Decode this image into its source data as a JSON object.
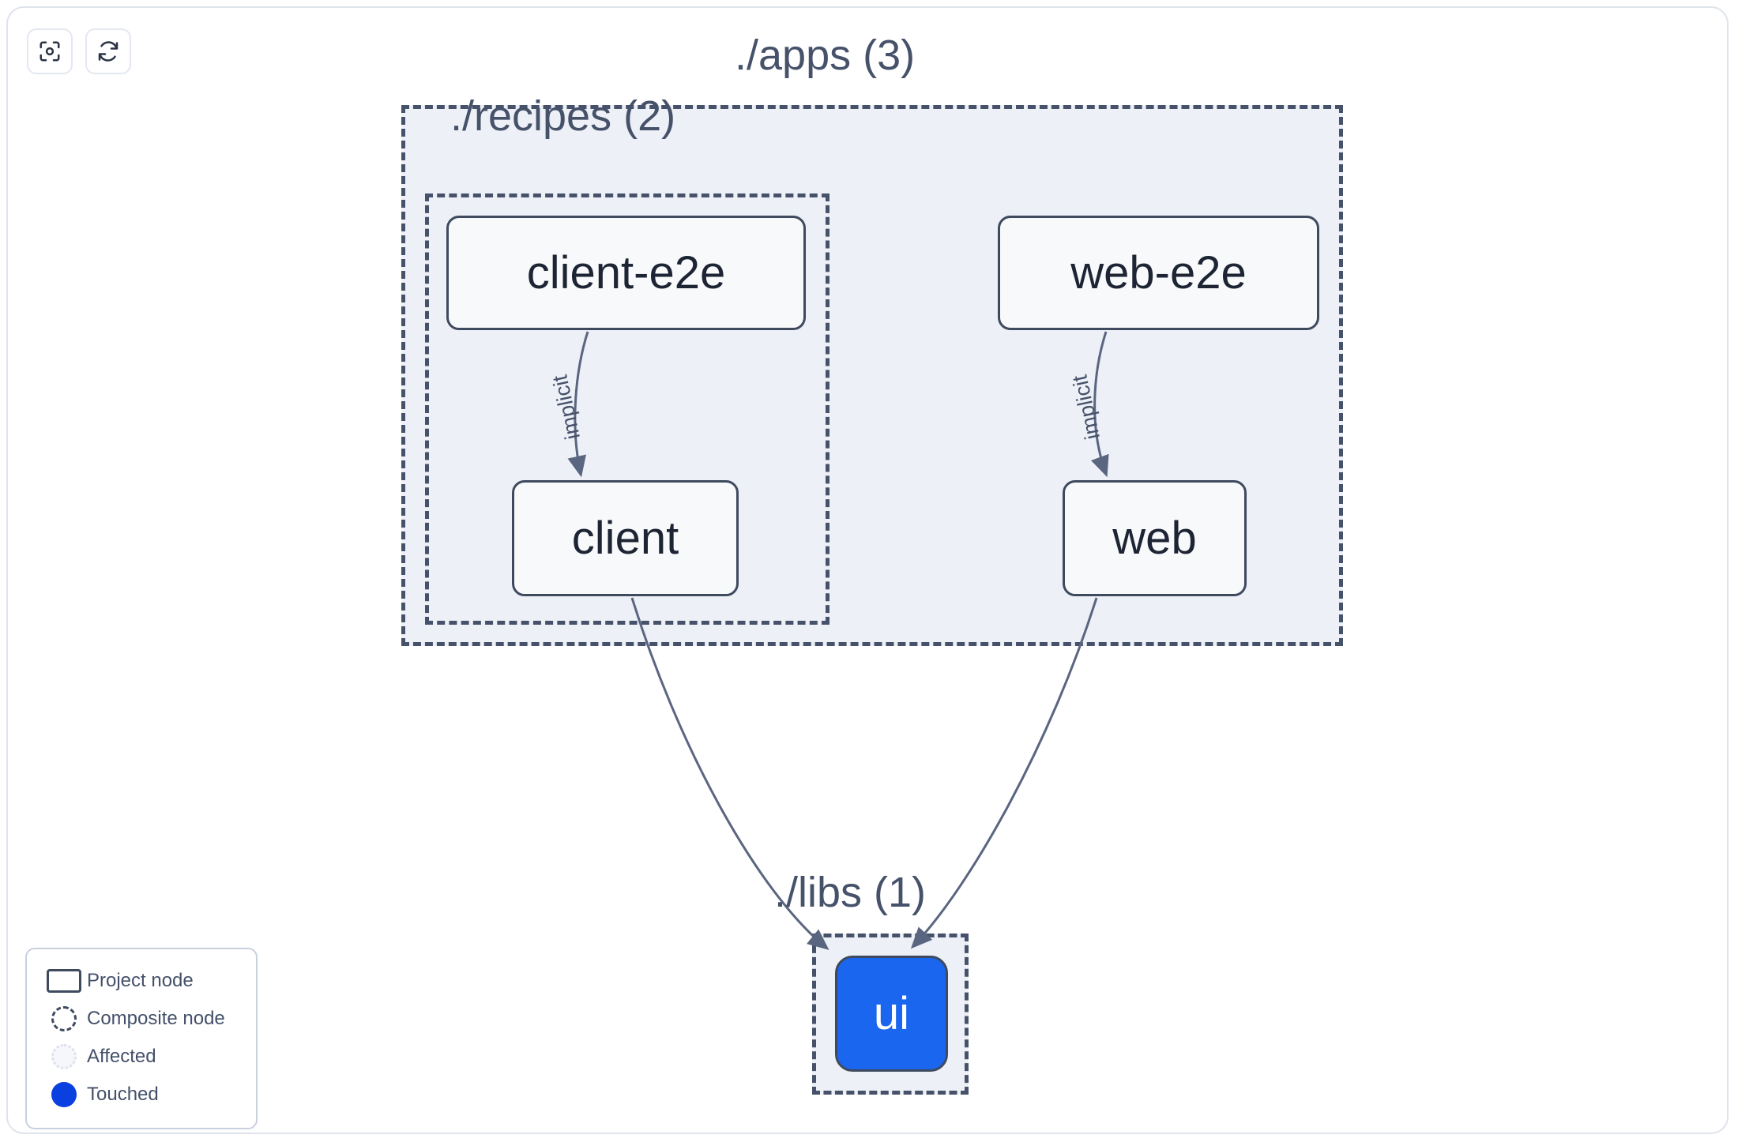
{
  "toolbar": {
    "buttons": [
      {
        "name": "focus-target-icon",
        "label": "Focus graph",
        "icon": "focus-target-icon"
      },
      {
        "name": "refresh-icon",
        "label": "Refresh graph",
        "icon": "refresh-icon"
      }
    ]
  },
  "graph": {
    "groups": [
      {
        "id": "apps",
        "label": "./apps (3)",
        "count": 3
      },
      {
        "id": "recipes",
        "label": "./recipes (2)",
        "count": 2
      },
      {
        "id": "libs",
        "label": "./libs (1)",
        "count": 1
      }
    ],
    "nodes": [
      {
        "id": "client-e2e",
        "label": "client-e2e",
        "state": "normal",
        "group": "recipes"
      },
      {
        "id": "client",
        "label": "client",
        "state": "normal",
        "group": "recipes"
      },
      {
        "id": "web-e2e",
        "label": "web-e2e",
        "state": "normal",
        "group": "apps"
      },
      {
        "id": "web",
        "label": "web",
        "state": "normal",
        "group": "apps"
      },
      {
        "id": "ui",
        "label": "ui",
        "state": "touched",
        "group": "libs"
      }
    ],
    "edges": [
      {
        "from": "client-e2e",
        "to": "client",
        "label": "implicit"
      },
      {
        "from": "web-e2e",
        "to": "web",
        "label": "implicit"
      },
      {
        "from": "client",
        "to": "ui",
        "label": ""
      },
      {
        "from": "web",
        "to": "ui",
        "label": ""
      }
    ]
  },
  "legend": {
    "items": [
      {
        "glyph": "project-node-glyph",
        "label": "Project node"
      },
      {
        "glyph": "composite-node-glyph",
        "label": "Composite node"
      },
      {
        "glyph": "affected-glyph",
        "label": "Affected"
      },
      {
        "glyph": "touched-glyph",
        "label": "Touched"
      }
    ]
  },
  "colors": {
    "touched": "#1a66ee",
    "legend_touched": "#0a3fe0",
    "group_fill": "#edf0f6",
    "group_border": "#46516a",
    "node_border": "#3f4a5f",
    "node_fill": "#f8f9fb",
    "edge": "#46516a",
    "frame_border": "#dfe3ec"
  }
}
